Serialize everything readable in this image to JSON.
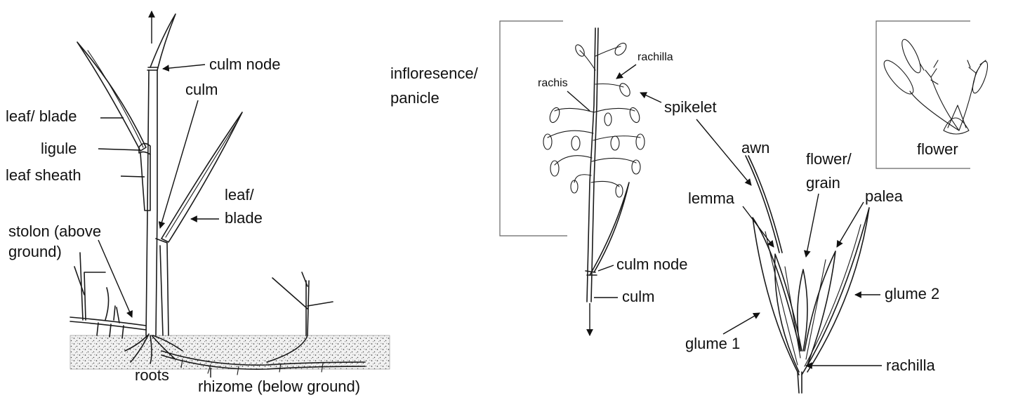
{
  "labels": {
    "culm_node_left": "culm node",
    "culm_left": "culm",
    "leaf_blade_left": "leaf/ blade",
    "ligule": "ligule",
    "leaf_sheath": "leaf sheath",
    "leaf_blade_right_1": "leaf/",
    "leaf_blade_right_2": "blade",
    "stolon_1": "stolon (above",
    "stolon_2": "ground)",
    "roots": "roots",
    "rhizome": "rhizome (below ground)",
    "inflorescence_1": "infloresence/",
    "inflorescence_2": "panicle",
    "rachis": "rachis",
    "rachilla_top": "rachilla",
    "spikelet": "spikelet",
    "culm_node_mid": "culm node",
    "culm_mid": "culm",
    "awn": "awn",
    "flower_grain_1": "flower/",
    "flower_grain_2": "grain",
    "lemma": "lemma",
    "palea": "palea",
    "glume_2": "glume 2",
    "glume_1": "glume 1",
    "rachilla_bottom": "rachilla",
    "flower_inset": "flower"
  }
}
